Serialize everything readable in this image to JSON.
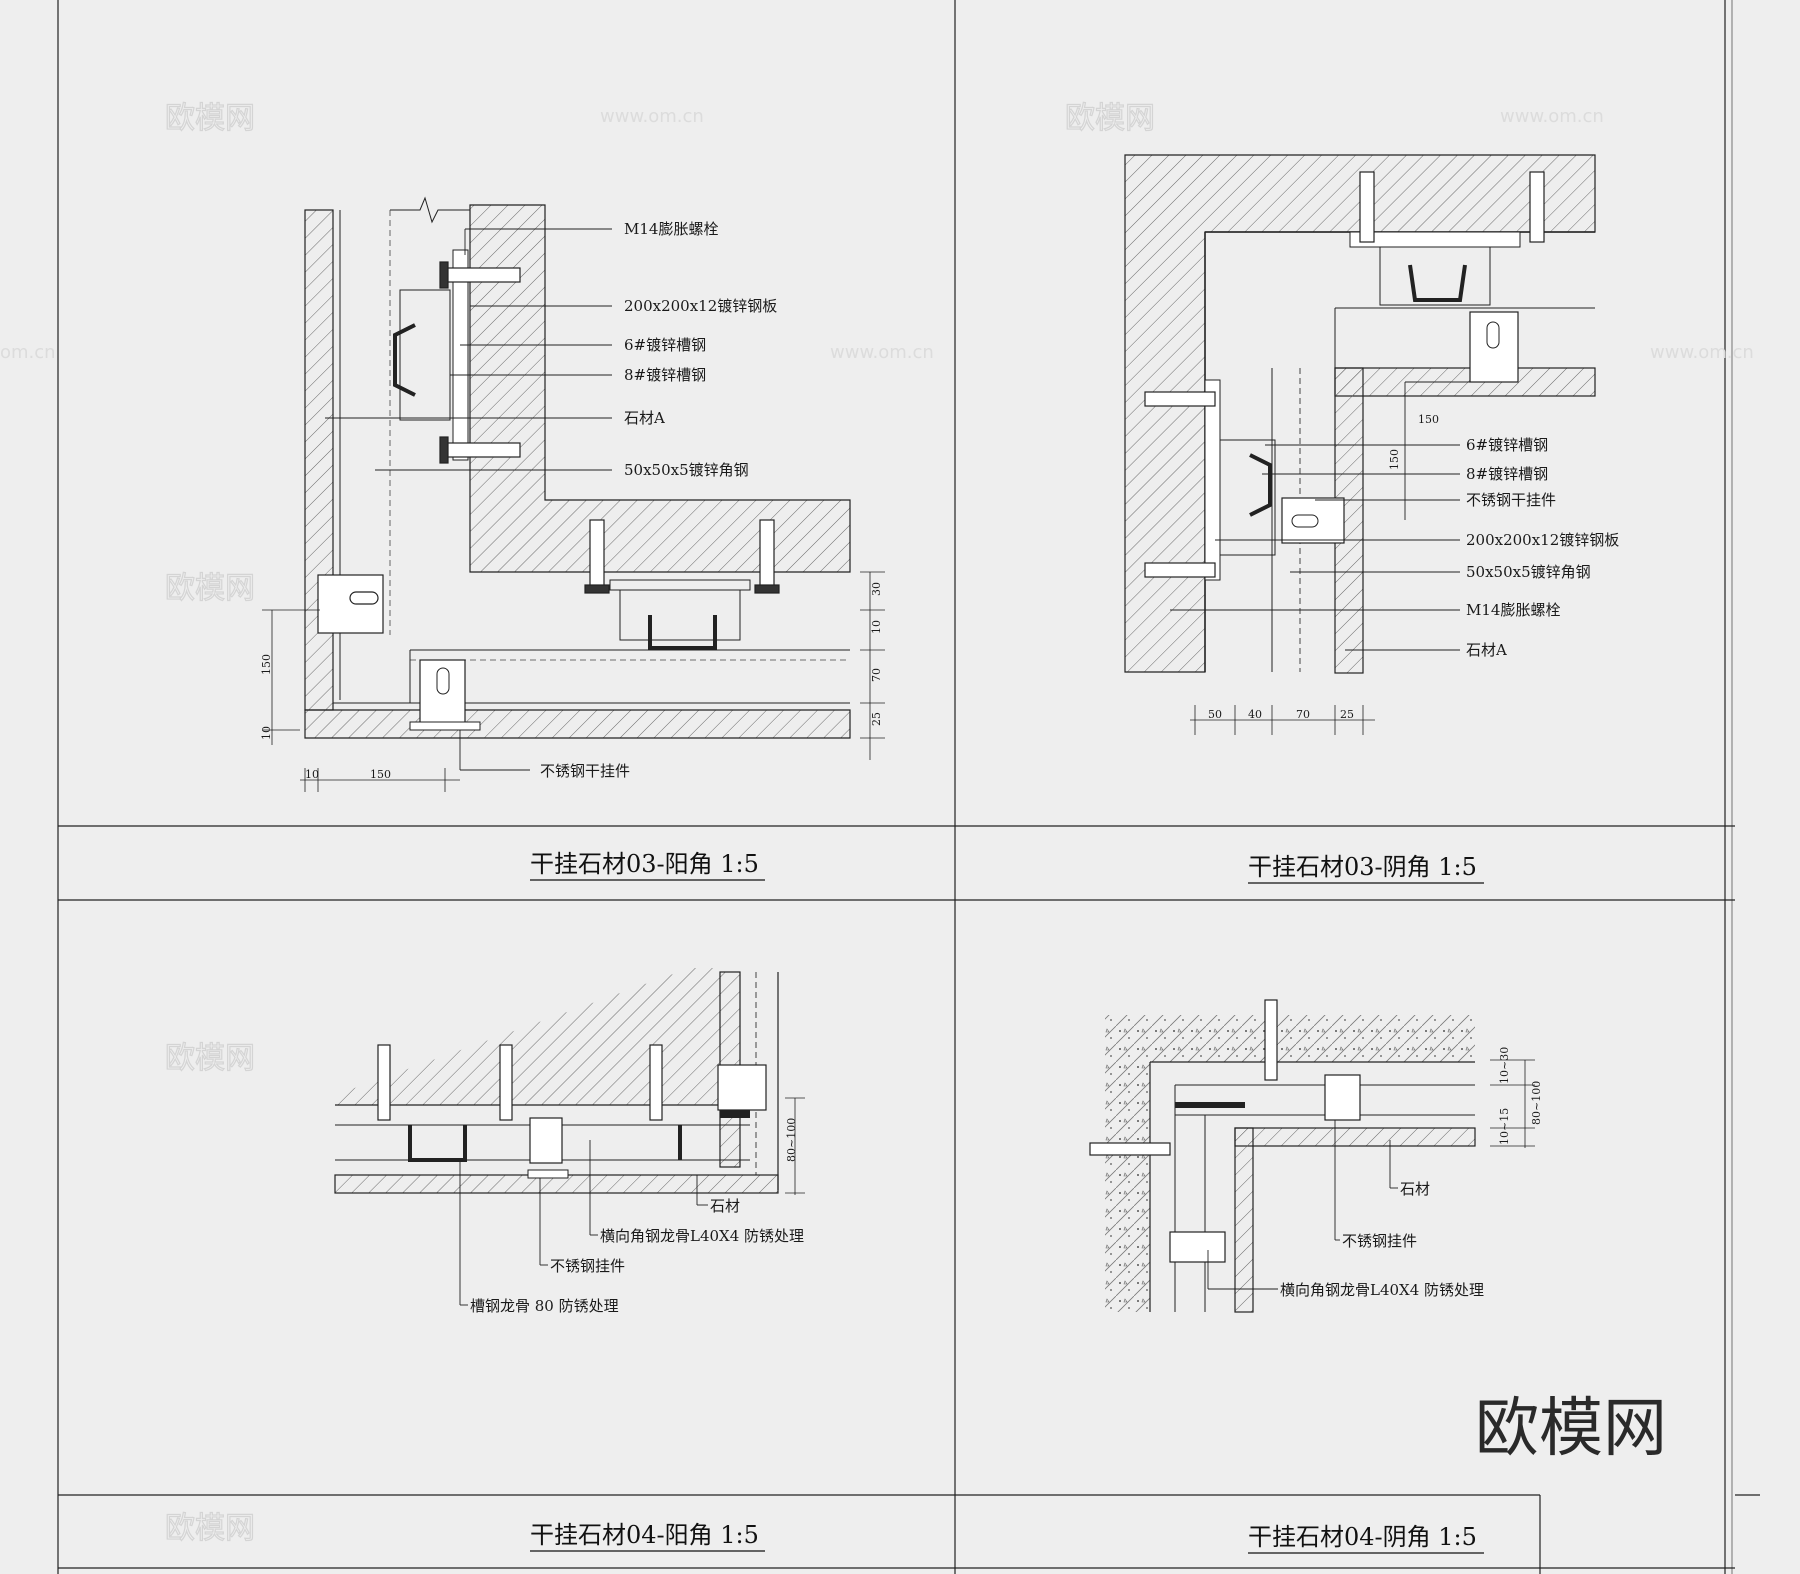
{
  "panels": {
    "p1": {
      "title": "干挂石材03-阳角 1:5",
      "labels": [
        "M14膨胀螺栓",
        "200x200x12镀锌钢板",
        "6#镀锌槽钢",
        "8#镀锌槽钢",
        "石材A",
        "50x50x5镀锌角钢",
        "不锈钢干挂件"
      ],
      "dims_right": [
        "30",
        "10",
        "70",
        "25"
      ],
      "dims_left": [
        "150",
        "10"
      ],
      "dims_bottom": [
        "10",
        "150"
      ]
    },
    "p2": {
      "title": "干挂石材03-阴角 1:5",
      "labels": [
        "6#镀锌槽钢",
        "8#镀锌槽钢",
        "不锈钢干挂件",
        "200x200x12镀锌钢板",
        "50x50x5镀锌角钢",
        "M14膨胀螺栓",
        "石材A"
      ],
      "dims_inner": [
        "150",
        "150"
      ],
      "dims_bottom": [
        "50",
        "40",
        "70",
        "25"
      ]
    },
    "p3": {
      "title": "干挂石材04-阳角 1:5",
      "labels": [
        "石材",
        "横向角钢龙骨L40X4 防锈处理",
        "不锈钢挂件",
        "槽钢龙骨 80 防锈处理"
      ],
      "dims_right": [
        "80~100"
      ]
    },
    "p4": {
      "title": "干挂石材04-阴角 1:5",
      "labels": [
        "石材",
        "不锈钢挂件",
        "横向角钢龙骨L40X4 防锈处理"
      ],
      "dims_right": [
        "10~30",
        "80~100",
        "10~15"
      ]
    }
  },
  "watermark": {
    "text": "欧模网",
    "url": "www.om.cn",
    "side_url": "om.cn"
  },
  "brand": "欧模网"
}
